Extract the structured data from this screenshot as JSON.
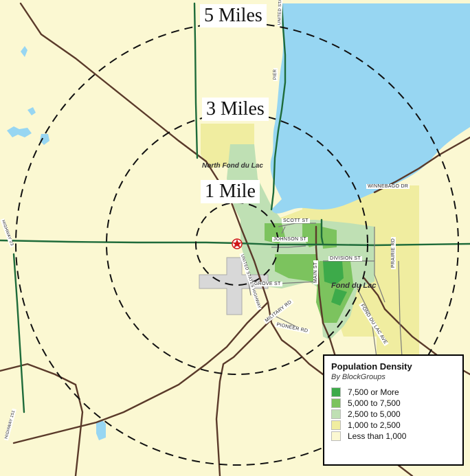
{
  "rings": [
    {
      "label": "5 Miles"
    },
    {
      "label": "3 Miles"
    },
    {
      "label": "1 Mile"
    }
  ],
  "places": {
    "north_fdl": "North Fond du Lac",
    "fdl": "Fond du Lac"
  },
  "roads": {
    "scott": "SCOTT ST",
    "johnson": "JOHNSON ST",
    "division": "DIVISION ST",
    "grove": "GROVE ST",
    "military": "MILITARY RD",
    "pioneer": "PIONEER RD",
    "main": "MAIN ST",
    "winnebago": "WINNEBAGO DR",
    "prairie": "PRAIRIE RD",
    "fdl_ave": "FOND DU LAC AVE",
    "us_hwy_north": "UNITED STATES HIGHWAY",
    "us_hwy_center": "UNITED STATES HIGHWAY",
    "hwy_23": "HIGHWAY 23",
    "hwy_151": "HIGHWAY 151",
    "pier": "PIER"
  },
  "legend": {
    "title": "Population Density",
    "subtitle": "By BlockGroups",
    "items": [
      {
        "label": "7,500 or More",
        "color": "#3daa4a"
      },
      {
        "label": "5,000 to 7,500",
        "color": "#7cc35e"
      },
      {
        "label": "2,500 to 5,000",
        "color": "#bfe0b4"
      },
      {
        "label": "1,000 to 2,500",
        "color": "#f0eda0"
      },
      {
        "label": "Less than 1,000",
        "color": "#fbf8d2"
      }
    ]
  },
  "colors": {
    "water": "#97d6f2",
    "background": "#fbf8d2",
    "road_major": "#5a3a2a",
    "highway": "#1e6b3a"
  }
}
